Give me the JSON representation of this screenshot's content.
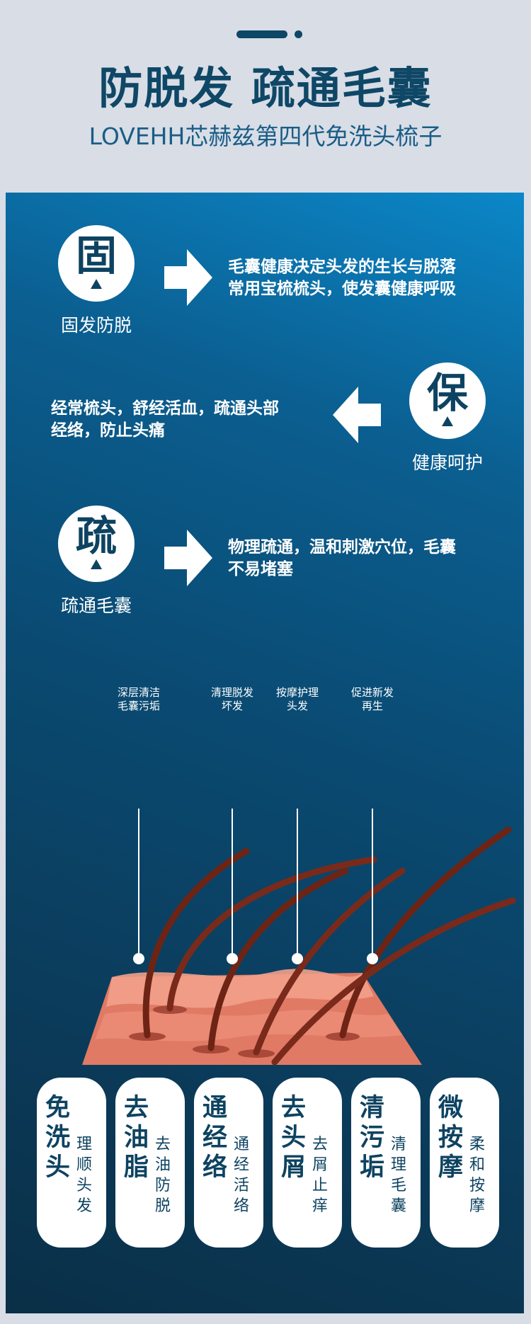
{
  "header": {
    "title": "防脱发 疏通毛囊",
    "subtitle": "LOVEHH芯赫兹第四代免洗头梳子"
  },
  "features": [
    {
      "icon_char": "固",
      "label": "固发防脱",
      "lines": [
        "毛囊健康决定头发的生长与脱落",
        "常用宝梳梳头，使发囊健康呼吸"
      ]
    },
    {
      "icon_char": "保",
      "label": "健康呵护",
      "lines": [
        "经常梳头，舒经活血，疏通头部",
        "经络，防止头痛"
      ]
    },
    {
      "icon_char": "疏",
      "label": "疏通毛囊",
      "lines": [
        "物理疏通，温和刺激穴位，毛囊",
        "不易堵塞"
      ]
    }
  ],
  "callouts": [
    {
      "lines": [
        "深层清洁",
        "毛囊污垢"
      ]
    },
    {
      "lines": [
        "清理脱发",
        "坏发"
      ]
    },
    {
      "lines": [
        "按摩护理",
        "头发"
      ]
    },
    {
      "lines": [
        "促进新发",
        "再生"
      ]
    }
  ],
  "benefits": [
    {
      "big": [
        "免",
        "洗",
        "头"
      ],
      "small": [
        "理",
        "顺",
        "头",
        "发"
      ]
    },
    {
      "big": [
        "去",
        "油",
        "脂"
      ],
      "small": [
        "去",
        "油",
        "防",
        "脱"
      ]
    },
    {
      "big": [
        "通",
        "经",
        "络"
      ],
      "small": [
        "通",
        "经",
        "活",
        "络"
      ]
    },
    {
      "big": [
        "去",
        "头",
        "屑"
      ],
      "small": [
        "去",
        "屑",
        "止",
        "痒"
      ]
    },
    {
      "big": [
        "清",
        "污",
        "垢"
      ],
      "small": [
        "清",
        "理",
        "毛",
        "囊"
      ]
    },
    {
      "big": [
        "微",
        "按",
        "摩"
      ],
      "small": [
        "柔",
        "和",
        "按",
        "摩"
      ]
    }
  ],
  "colors": {
    "navy": "#0f4766",
    "panel_top": "#0b87c8",
    "panel_bottom": "#0a2f47",
    "skin": "#e8806a",
    "hair": "#7a2a1a"
  },
  "icons": [
    "right-arrow-icon",
    "left-arrow-icon"
  ]
}
